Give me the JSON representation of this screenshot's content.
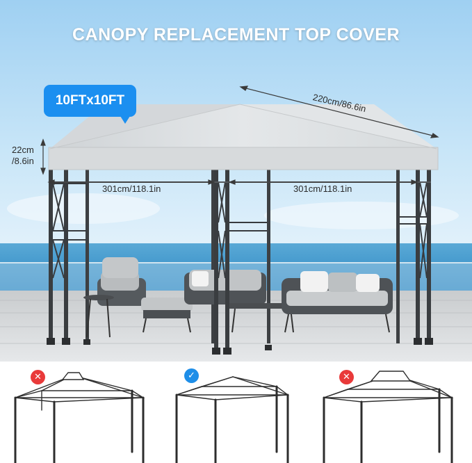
{
  "header": {
    "title": "CANOPY REPLACEMENT TOP COVER"
  },
  "badge": {
    "size_label": "10FTx10FT",
    "color": "#1b8ff0"
  },
  "dimensions": {
    "diagonal": "220cm/86.6in",
    "height_line1": "22cm",
    "height_line2": "/8.6in",
    "width_left": "301cm/118.1in",
    "width_right": "301cm/118.1in"
  },
  "comparison": {
    "items": [
      {
        "status": "incorrect",
        "icon": "x-mark-icon",
        "color": "#e93a3a",
        "symbol": "✕"
      },
      {
        "status": "correct",
        "icon": "check-mark-icon",
        "color": "#1e8ee8",
        "symbol": "✓"
      },
      {
        "status": "incorrect",
        "icon": "x-mark-icon",
        "color": "#e93a3a",
        "symbol": "✕"
      }
    ]
  },
  "colors": {
    "canopy": "#dfe2e4",
    "frame": "#3a3d40",
    "sky": "#bfe0f6",
    "sea": "#3c95c9"
  }
}
